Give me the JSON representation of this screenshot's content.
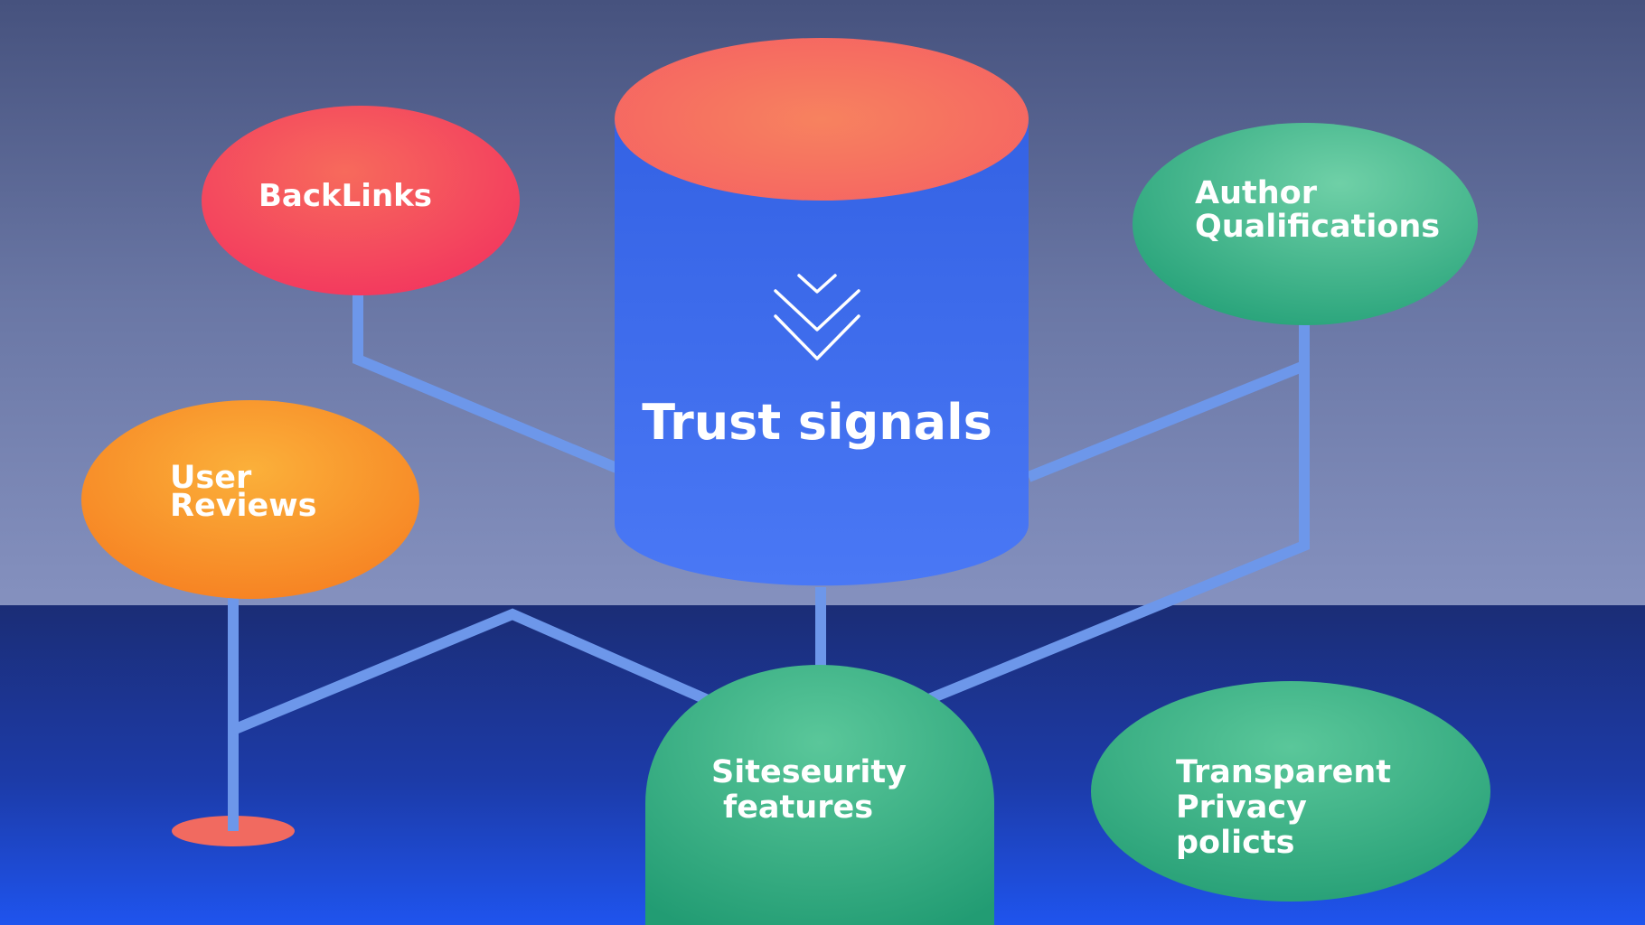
{
  "diagram": {
    "center": {
      "label": "Trust signals",
      "icon": "double-chevron-down-icon"
    },
    "nodes": {
      "backlinks": {
        "label": "BackLinks"
      },
      "author_qualifications": {
        "lines": [
          "Author",
          "Qualifications"
        ]
      },
      "user_reviews": {
        "lines": [
          "User",
          "Reviews"
        ]
      },
      "site_security": {
        "lines": [
          "Siteseurity",
          "features"
        ]
      },
      "privacy": {
        "lines": [
          "Transparent",
          "Privacy",
          "policts"
        ]
      }
    }
  },
  "colors": {
    "background_top": "#4a5784",
    "background_mid": "#7f8cbc",
    "floor_top": "#1d2f7a",
    "floor_bottom": "#1f4ee6",
    "connector": "#6d97ea",
    "cylinder_body": "#3f6df0",
    "cylinder_top": "#f9745f",
    "backlinks": "#f4435f",
    "user_reviews": "#f78b24",
    "author_qualifications": "#2da57d",
    "site_security": "#2ba77b",
    "privacy": "#2da67d",
    "anchor_dot": "#f16a60"
  }
}
